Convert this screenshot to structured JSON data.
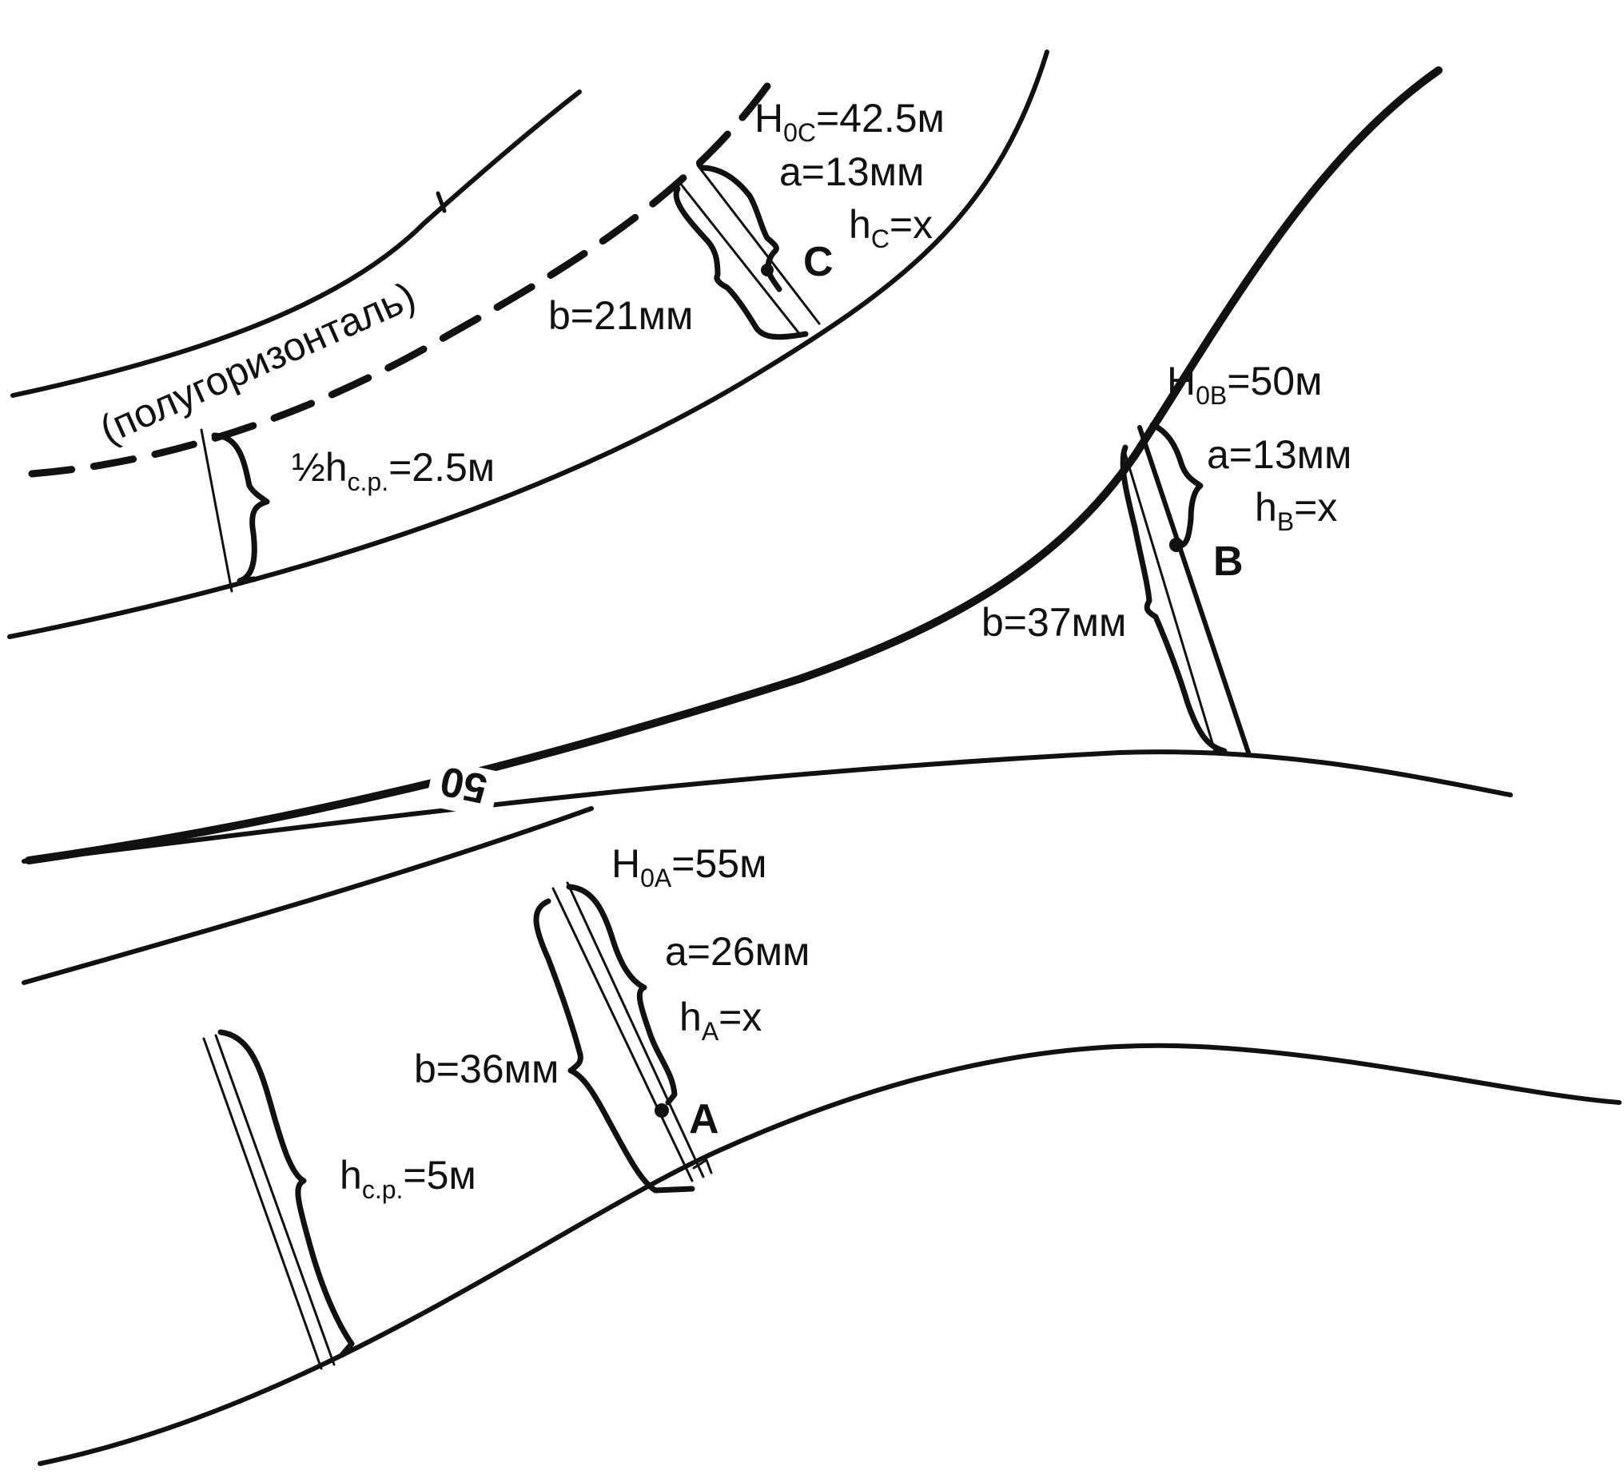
{
  "colors": {
    "ink": "#111111",
    "background": "#ffffff"
  },
  "contour_label": "50",
  "half_horizontal_label": "(полугоризонталь)",
  "half_interval": {
    "prefix": "½h",
    "sub": "с.р.",
    "suffix": "=2.5м"
  },
  "interval": {
    "prefix": "h",
    "sub": "с.р.",
    "suffix": "=5м"
  },
  "point_c": {
    "name": "C",
    "H": {
      "prefix": "H",
      "sub": "0C",
      "suffix": "=42.5м"
    },
    "a": "a=13мм",
    "h": {
      "prefix": "h",
      "sub": "C",
      "suffix": "=x"
    },
    "b": "b=21мм"
  },
  "point_b": {
    "name": "B",
    "H": {
      "prefix": "H",
      "sub": "0B",
      "suffix": "=50м"
    },
    "a": "a=13мм",
    "h": {
      "prefix": "h",
      "sub": "B",
      "suffix": "=x"
    },
    "b": "b=37мм"
  },
  "point_a": {
    "name": "A",
    "H": {
      "prefix": "H",
      "sub": "0A",
      "suffix": "=55м"
    },
    "a": "a=26мм",
    "h": {
      "prefix": "h",
      "sub": "A",
      "suffix": "=x"
    },
    "b": "b=36мм"
  }
}
